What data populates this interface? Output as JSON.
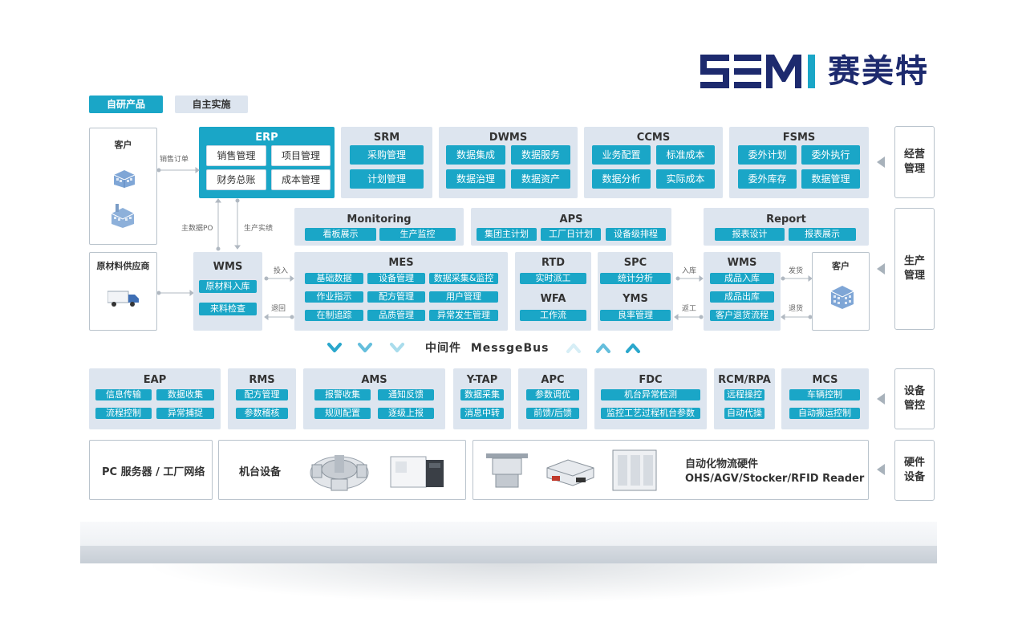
{
  "brand": {
    "logo_text": "SEMI",
    "name_cn": "赛美特"
  },
  "legend": {
    "own": "自研产品",
    "impl": "自主实施"
  },
  "side_labels": {
    "business": "经营管理",
    "production": "生产管理",
    "equipment": "设备管控",
    "hardware": "硬件设备"
  },
  "customer_left": {
    "title": "客户"
  },
  "supplier": {
    "title": "原材料供应商"
  },
  "customer_right": {
    "title": "客户"
  },
  "erp": {
    "title": "ERP",
    "items": [
      "销售管理",
      "项目管理",
      "财务总账",
      "成本管理"
    ]
  },
  "srm": {
    "title": "SRM",
    "items": [
      "采购管理",
      "计划管理"
    ]
  },
  "dwms": {
    "title": "DWMS",
    "items": [
      "数据集成",
      "数据服务",
      "数据治理",
      "数据资产"
    ]
  },
  "ccms": {
    "title": "CCMS",
    "items": [
      "业务配置",
      "标准成本",
      "数据分析",
      "实际成本"
    ]
  },
  "fsms": {
    "title": "FSMS",
    "items": [
      "委外计划",
      "委外执行",
      "委外库存",
      "数据管理"
    ]
  },
  "monitoring": {
    "title": "Monitoring",
    "items": [
      "看板展示",
      "生产监控"
    ]
  },
  "aps": {
    "title": "APS",
    "items": [
      "集团主计划",
      "工厂日计划",
      "设备级排程"
    ]
  },
  "report": {
    "title": "Report",
    "items": [
      "报表设计",
      "报表展示"
    ]
  },
  "wms_left": {
    "title": "WMS",
    "items": [
      "原材料入库",
      "来料检查"
    ]
  },
  "mes": {
    "title": "MES",
    "items": [
      "基础数据",
      "设备管理",
      "数据采集&监控",
      "作业指示",
      "配方管理",
      "用户管理",
      "在制追踪",
      "品质管理",
      "异常发生管理"
    ]
  },
  "rtd": {
    "title": "RTD",
    "items": [
      "实时派工"
    ]
  },
  "wfa": {
    "title": "WFA",
    "items": [
      "工作流"
    ]
  },
  "spc": {
    "title": "SPC",
    "items": [
      "统计分析"
    ]
  },
  "yms": {
    "title": "YMS",
    "items": [
      "良率管理"
    ]
  },
  "wms_right": {
    "title": "WMS",
    "items": [
      "成品入库",
      "成品出库",
      "客户退货流程"
    ]
  },
  "flow_labels": {
    "sales_order": "销售订单",
    "master_po": "主数据PO",
    "production_report": "生产实绩",
    "input": "投入",
    "return_back": "退回",
    "inbound": "入库",
    "rework": "返工",
    "ship": "发货",
    "customer_return": "退货"
  },
  "bus": {
    "cn": "中间件",
    "en": "MessgeBus"
  },
  "eap": {
    "title": "EAP",
    "items": [
      "信息传输",
      "数据收集",
      "流程控制",
      "异常捕捉"
    ]
  },
  "rms": {
    "title": "RMS",
    "items": [
      "配方管理",
      "参数稽核"
    ]
  },
  "ams": {
    "title": "AMS",
    "items": [
      "报警收集",
      "通知反馈",
      "规则配置",
      "逐级上报"
    ]
  },
  "ytap": {
    "title": "Y-TAP",
    "items": [
      "数据采集",
      "消息中转"
    ]
  },
  "apc": {
    "title": "APC",
    "items": [
      "参数调优",
      "前馈/后馈"
    ]
  },
  "fdc": {
    "title": "FDC",
    "items": [
      "机台异常检测",
      "监控工艺过程机台参数"
    ]
  },
  "rcm": {
    "title": "RCM/RPA",
    "items": [
      "远程操控",
      "自动代操"
    ]
  },
  "mcs": {
    "title": "MCS",
    "items": [
      "车辆控制",
      "自动搬运控制"
    ]
  },
  "hardware": {
    "servers": "PC 服务器 / 工厂网络",
    "machines": "机台设备",
    "amhs_title": "自动化物流硬件",
    "amhs_list": "OHS/AGV/Stocker/RFID Reader"
  },
  "colors": {
    "accent": "#1aa6c7",
    "panel": "#dde5ef",
    "brand": "#1d2a6e"
  }
}
